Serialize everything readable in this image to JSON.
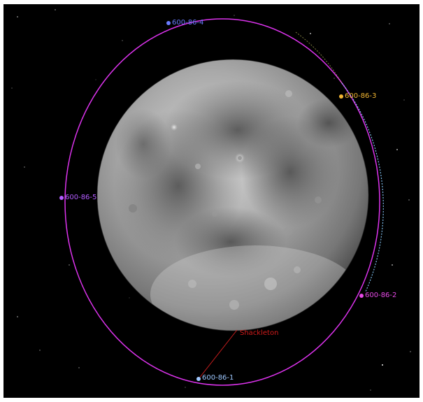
{
  "scene": {
    "background_color": "#000000",
    "moon_icon": "moon-sphere",
    "orbit_color": "#dd33ee",
    "orbit_secondary_color": "#88ccff"
  },
  "satellites": [
    {
      "id": "s1",
      "label": "600-86-1",
      "color": "#9fc8ff"
    },
    {
      "id": "s2",
      "label": "600-86-2",
      "color": "#e64ae6"
    },
    {
      "id": "s3",
      "label": "600-86-3",
      "color": "#f2b632"
    },
    {
      "id": "s4",
      "label": "600-86-4",
      "color": "#6a7cff"
    },
    {
      "id": "s5",
      "label": "600-86-5",
      "color": "#b35cff"
    }
  ],
  "ground_site": {
    "label": "Shackleton",
    "color": "#d01a1a"
  }
}
